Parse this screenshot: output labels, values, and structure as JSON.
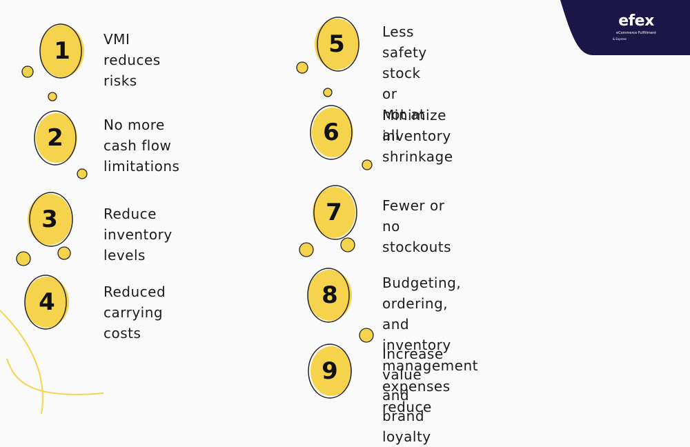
{
  "brand": {
    "name": "efex",
    "tagline": "eCommerce Fulfillment",
    "sub": "& Express",
    "color": "#1b1548"
  },
  "accent_color": "#f6d34c",
  "items": [
    {
      "number": "1",
      "text": "VMI reduces\nrisks"
    },
    {
      "number": "2",
      "text": "No more cash flow\nlimitations"
    },
    {
      "number": "3",
      "text": "Reduce inventory\nlevels"
    },
    {
      "number": "4",
      "text": "Reduced carrying\ncosts"
    },
    {
      "number": "5",
      "text": "Less safety stock or\nnot at all"
    },
    {
      "number": "6",
      "text": "Minimize inventory\nshrinkage"
    },
    {
      "number": "7",
      "text": " Fewer or no\nstockouts"
    },
    {
      "number": "8",
      "text": "Budgeting, ordering, and inventory\nmanagement expenses reduce"
    },
    {
      "number": "9",
      "text": "Increase value and\nbrand loyalty"
    }
  ]
}
